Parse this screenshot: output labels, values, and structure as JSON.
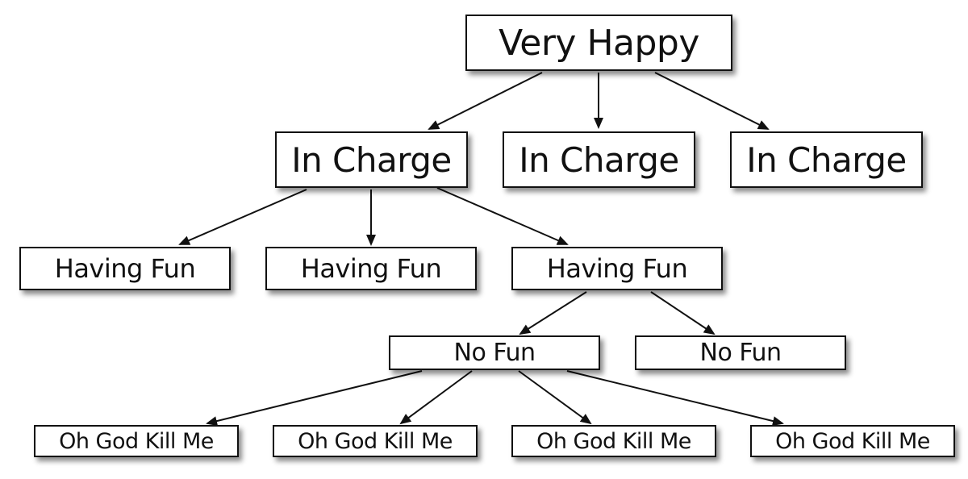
{
  "diagram": {
    "root": {
      "label": "Very Happy"
    },
    "level1": [
      {
        "label": "In Charge"
      },
      {
        "label": "In Charge"
      },
      {
        "label": "In Charge"
      }
    ],
    "level2": [
      {
        "label": "Having Fun"
      },
      {
        "label": "Having Fun"
      },
      {
        "label": "Having Fun"
      }
    ],
    "level3": [
      {
        "label": "No Fun"
      },
      {
        "label": "No Fun"
      }
    ],
    "level4": [
      {
        "label": "Oh God Kill Me"
      },
      {
        "label": "Oh God Kill Me"
      },
      {
        "label": "Oh God Kill Me"
      },
      {
        "label": "Oh God Kill Me"
      }
    ],
    "colors": {
      "stroke": "#111111",
      "fill": "#ffffff",
      "text": "#111111"
    }
  }
}
